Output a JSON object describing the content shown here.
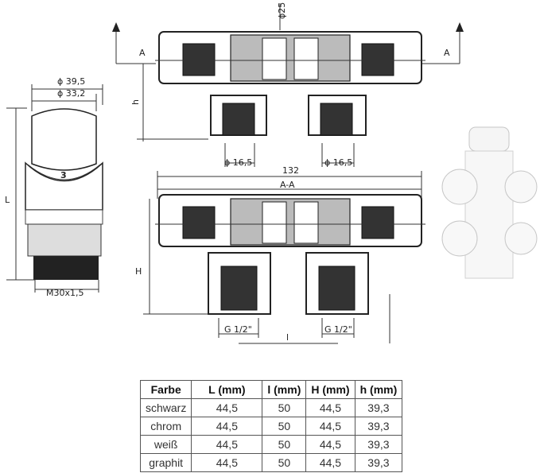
{
  "drawing": {
    "head_dia_outer": "ϕ 39,5",
    "head_dia_inner": "ϕ 33,2",
    "head_length": "L",
    "head_thread": "M30x1,5",
    "head_mark": "3",
    "section_left": "A",
    "section_right": "A",
    "top_height": "h",
    "top_pipe_dia": "ϕ25",
    "top_port_left": "ϕ 16,5",
    "top_port_right": "ϕ 16,5",
    "overall_width": "132",
    "section_label": "A-A",
    "bottom_height": "H",
    "bottom_port_left": "G 1/2\"",
    "bottom_port_right": "G 1/2\"",
    "port_spacing": "l"
  },
  "table": {
    "headers": [
      "Farbe",
      "L (mm)",
      "l (mm)",
      "H (mm)",
      "h (mm)"
    ],
    "rows": [
      [
        "schwarz",
        "44,5",
        "50",
        "44,5",
        "39,3"
      ],
      [
        "chrom",
        "44,5",
        "50",
        "44,5",
        "39,3"
      ],
      [
        "weiß",
        "44,5",
        "50",
        "44,5",
        "39,3"
      ],
      [
        "graphit",
        "44,5",
        "50",
        "44,5",
        "39,3"
      ]
    ]
  }
}
